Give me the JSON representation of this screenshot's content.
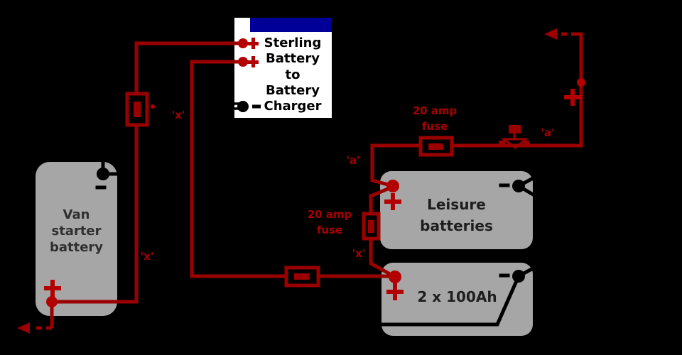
{
  "colors": {
    "background": "#000000",
    "wire": "#9a0000",
    "accent_red": "#b30000",
    "label_red": "#a80000",
    "black_wire": "#000000",
    "box_gray": "#a6a6a6",
    "box_text": "#2f2f2f",
    "charger_bg": "#ffffff",
    "charger_bar": "#000099",
    "charger_text": "#000000"
  },
  "charger": {
    "lines": [
      "Sterling",
      "Battery",
      "to",
      "Battery",
      "Charger"
    ]
  },
  "van_battery": {
    "lines": [
      "Van",
      "starter",
      "battery"
    ]
  },
  "leisure_battery": {
    "lines": [
      "Leisure",
      "batteries"
    ]
  },
  "battery_bank": {
    "label": "2 x 100Ah"
  },
  "fuse_labels": {
    "top": [
      "20 amp",
      "fuse"
    ],
    "left": [
      "20 amp",
      "fuse"
    ]
  },
  "wire_labels": {
    "x": "'x'",
    "a": "'a'"
  },
  "icons": {
    "plus": "plus-icon",
    "minus": "minus-icon",
    "fuse": "fuse-icon",
    "switch": "switch-icon",
    "arrow_left": "arrow-left-icon",
    "terminal_dot": "terminal-dot-icon"
  }
}
